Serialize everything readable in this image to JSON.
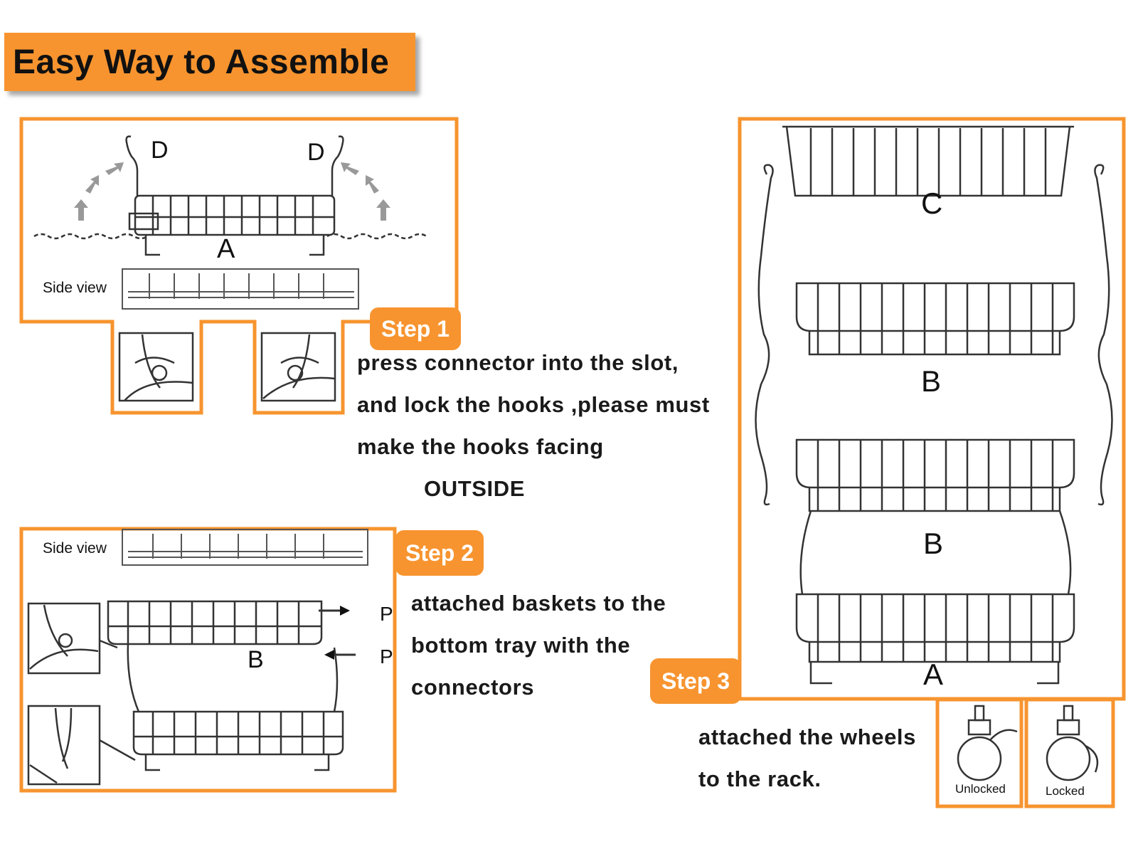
{
  "title": "Easy Way to Assemble",
  "colors": {
    "accent": "#f7942f",
    "line": "#333333",
    "text": "#1a1a1a"
  },
  "step1": {
    "badge": "Step 1",
    "lines": [
      "press connector into the slot,",
      "and lock the hooks ,please must",
      "make the hooks facing",
      "OUTSIDE"
    ],
    "labels": {
      "hook_left": "D",
      "hook_right": "D",
      "tray": "A",
      "side_view": "Side view"
    }
  },
  "step2": {
    "badge": "Step 2",
    "lines": [
      "attached  baskets to the",
      "bottom tray with the",
      "connectors"
    ],
    "labels": {
      "side_view": "Side view",
      "basket": "B",
      "p_top": "P",
      "p_bottom": "P"
    }
  },
  "step3": {
    "badge": "Step 3",
    "lines": [
      "attached the wheels",
      "to the rack."
    ],
    "labels": {
      "top_basket": "C",
      "mid_basket_1": "B",
      "mid_basket_2": "B",
      "bottom_tray": "A"
    },
    "wheels": {
      "unlocked": "Unlocked",
      "locked": "Locked"
    }
  }
}
